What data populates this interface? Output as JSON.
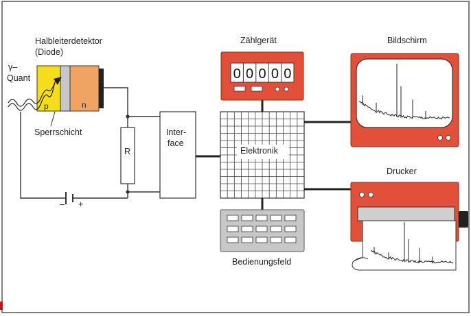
{
  "detector": {
    "title_line1": "Halbleiterdetektor",
    "title_line2": "(Diode)",
    "gamma_line1": "γ–",
    "gamma_line2": "Quant",
    "p_label": "p",
    "n_label": "n",
    "barrier_label": "Sperrschicht"
  },
  "circuit": {
    "resistor_label": "R",
    "battery_minus": "–",
    "battery_plus": "+"
  },
  "interface": {
    "line1": "Inter-",
    "line2": "face"
  },
  "counter": {
    "title": "Zählgerät",
    "digits": "00000"
  },
  "electronics": {
    "label": "Elektronik"
  },
  "screen": {
    "title": "Bildschirm"
  },
  "printer": {
    "title": "Drucker"
  },
  "keypad": {
    "title": "Bedienungsfeld"
  },
  "colors": {
    "device_red": "#e3503a",
    "p_yellow": "#f5dd1a",
    "n_orange": "#f0a464",
    "line": "#333333",
    "frame": "#555555"
  }
}
